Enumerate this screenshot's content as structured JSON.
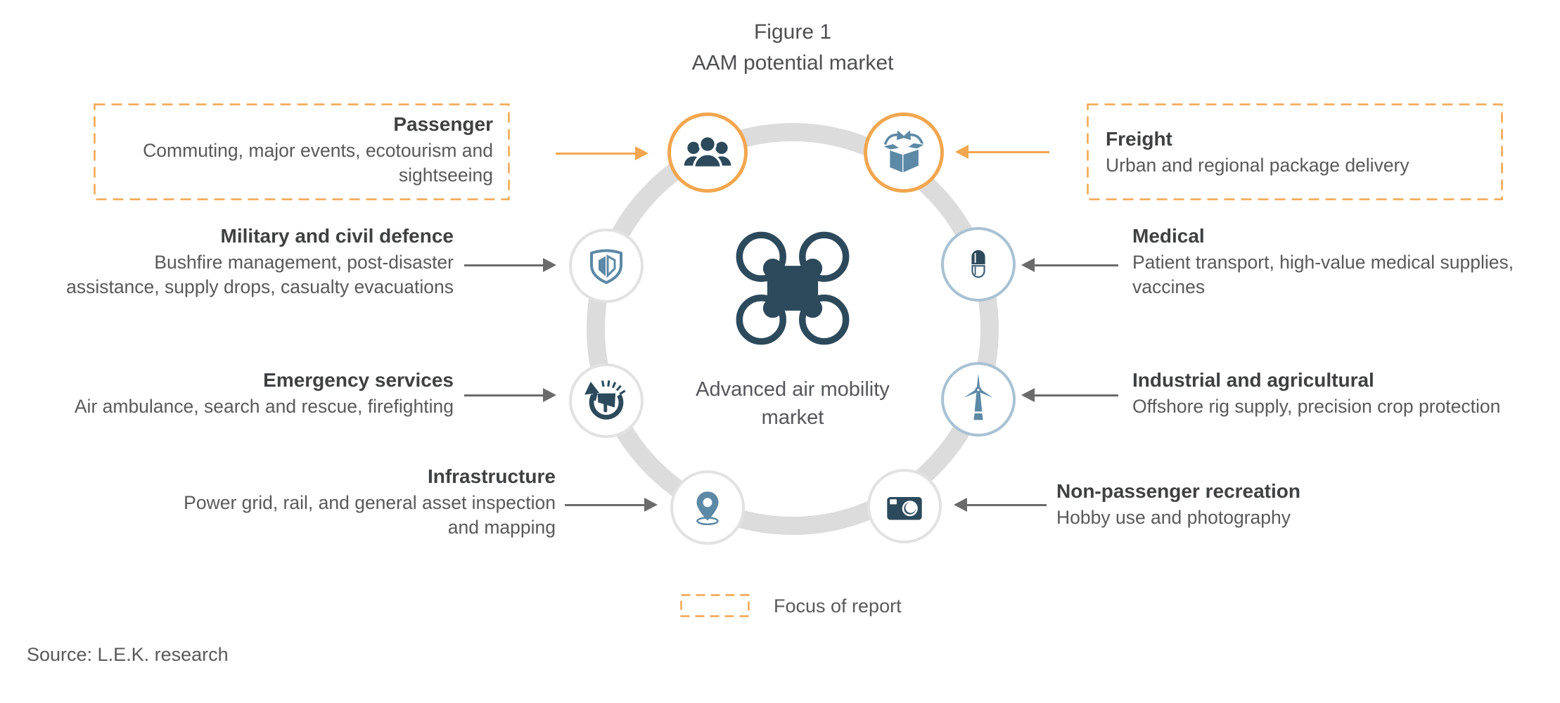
{
  "figure": {
    "title_lines": [
      "Figure 1",
      "AAM potential market"
    ]
  },
  "hub": {
    "label_lines": [
      "Advanced air mobility",
      "market"
    ],
    "icon": "drone-icon"
  },
  "segments": [
    {
      "id": "passenger",
      "label": "Passenger",
      "description_lines": [
        "Commuting, major events, ecotourism and",
        "sightseeing"
      ],
      "icon": "people-icon",
      "focus_of_report": true
    },
    {
      "id": "freight",
      "label": "Freight",
      "description_lines": [
        "Urban and regional package delivery"
      ],
      "icon": "open-box-icon",
      "focus_of_report": true
    },
    {
      "id": "military",
      "label": "Military and civil defence",
      "description_lines": [
        "Bushfire management, post-disaster",
        "assistance, supply drops, casualty evacuations"
      ],
      "icon": "shield-icon",
      "focus_of_report": false
    },
    {
      "id": "medical",
      "label": "Medical",
      "description_lines": [
        "Patient transport, high-value medical supplies,",
        "vaccines"
      ],
      "icon": "capsule-icon",
      "focus_of_report": false
    },
    {
      "id": "emergency",
      "label": "Emergency services",
      "description_lines": [
        "Air ambulance, search and rescue, firefighting"
      ],
      "icon": "megaphone-icon",
      "focus_of_report": false
    },
    {
      "id": "industrial",
      "label": "Industrial and agricultural",
      "description_lines": [
        "Offshore rig supply, precision crop protection"
      ],
      "icon": "wind-turbine-icon",
      "focus_of_report": false
    },
    {
      "id": "infrastructure",
      "label": "Infrastructure",
      "description_lines": [
        "Power grid, rail, and general asset inspection",
        "and mapping"
      ],
      "icon": "map-pin-icon",
      "focus_of_report": false
    },
    {
      "id": "recreation",
      "label": "Non-passenger recreation",
      "description_lines": [
        "Hobby use and photography"
      ],
      "icon": "camera-icon",
      "focus_of_report": false
    }
  ],
  "legend": {
    "label": "Focus of report",
    "swatch": "orange-dashed-rectangle"
  },
  "source": "Source: L.E.K. research",
  "colors": {
    "focus_orange": "#F2A64F",
    "dark_navy": "#2C4A5C",
    "steel_blue": "#5C89A6",
    "light_blue_ring": "#A8C2D3",
    "ring_gray": "#DCDCDC",
    "node_ring_gray": "#E2E2E2",
    "heading_text": "#3F4041",
    "body_text": "#595959",
    "arrow_gray": "#6B6B6B"
  }
}
